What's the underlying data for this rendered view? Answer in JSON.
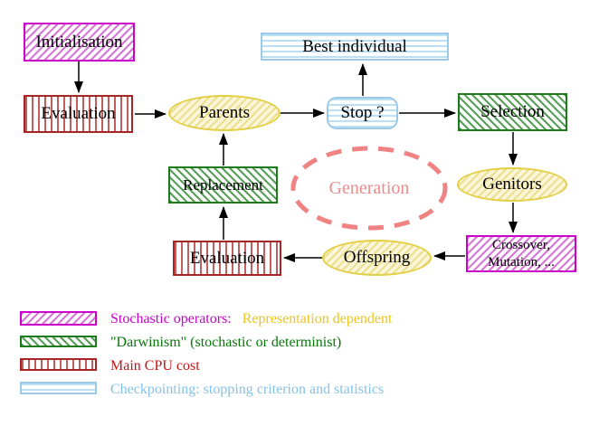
{
  "nodes": {
    "initialisation": {
      "label": "Initialisation"
    },
    "evaluation_top": {
      "label": "Evaluation"
    },
    "parents": {
      "label": "Parents"
    },
    "best_individual": {
      "label": "Best individual"
    },
    "stop": {
      "label": "Stop ?"
    },
    "selection": {
      "label": "Selection"
    },
    "replacement": {
      "label": "Replacement"
    },
    "generation": {
      "label": "Generation"
    },
    "genitors": {
      "label": "Genitors"
    },
    "crossover_mutation": {
      "line1": "Crossover,",
      "line2": "Mutation, ..."
    },
    "evaluation_bottom": {
      "label": "Evaluation"
    },
    "offspring": {
      "label": "Offspring"
    }
  },
  "legend": {
    "items": [
      {
        "swatch": "magenta-diagonal-hatch",
        "label": "Stochastic operators:",
        "label2": "Representation dependent",
        "label_color": "#cb00cb",
        "label2_color": "#ecc41c"
      },
      {
        "swatch": "green-diagonal-hatch",
        "label": "\"Darwinism\" (stochastic or determinist)",
        "label_color": "#067806"
      },
      {
        "swatch": "red-vertical-stripes",
        "label": "Main CPU cost",
        "label_color": "#c41414"
      },
      {
        "swatch": "cyan-horizontal-stripes",
        "label": "Checkpointing: stopping criterion and statistics",
        "label_color": "#85c2e8"
      }
    ]
  },
  "colors": {
    "magenta_border": "#cb00cb",
    "green_border": "#1d7a1d",
    "red_border": "#a82525",
    "cyan_border": "#9cc9e6",
    "yellow_border": "#e2cf44",
    "generation_salmon": "#ef8282",
    "arrow_black": "#000000",
    "background": "#ffffff"
  }
}
